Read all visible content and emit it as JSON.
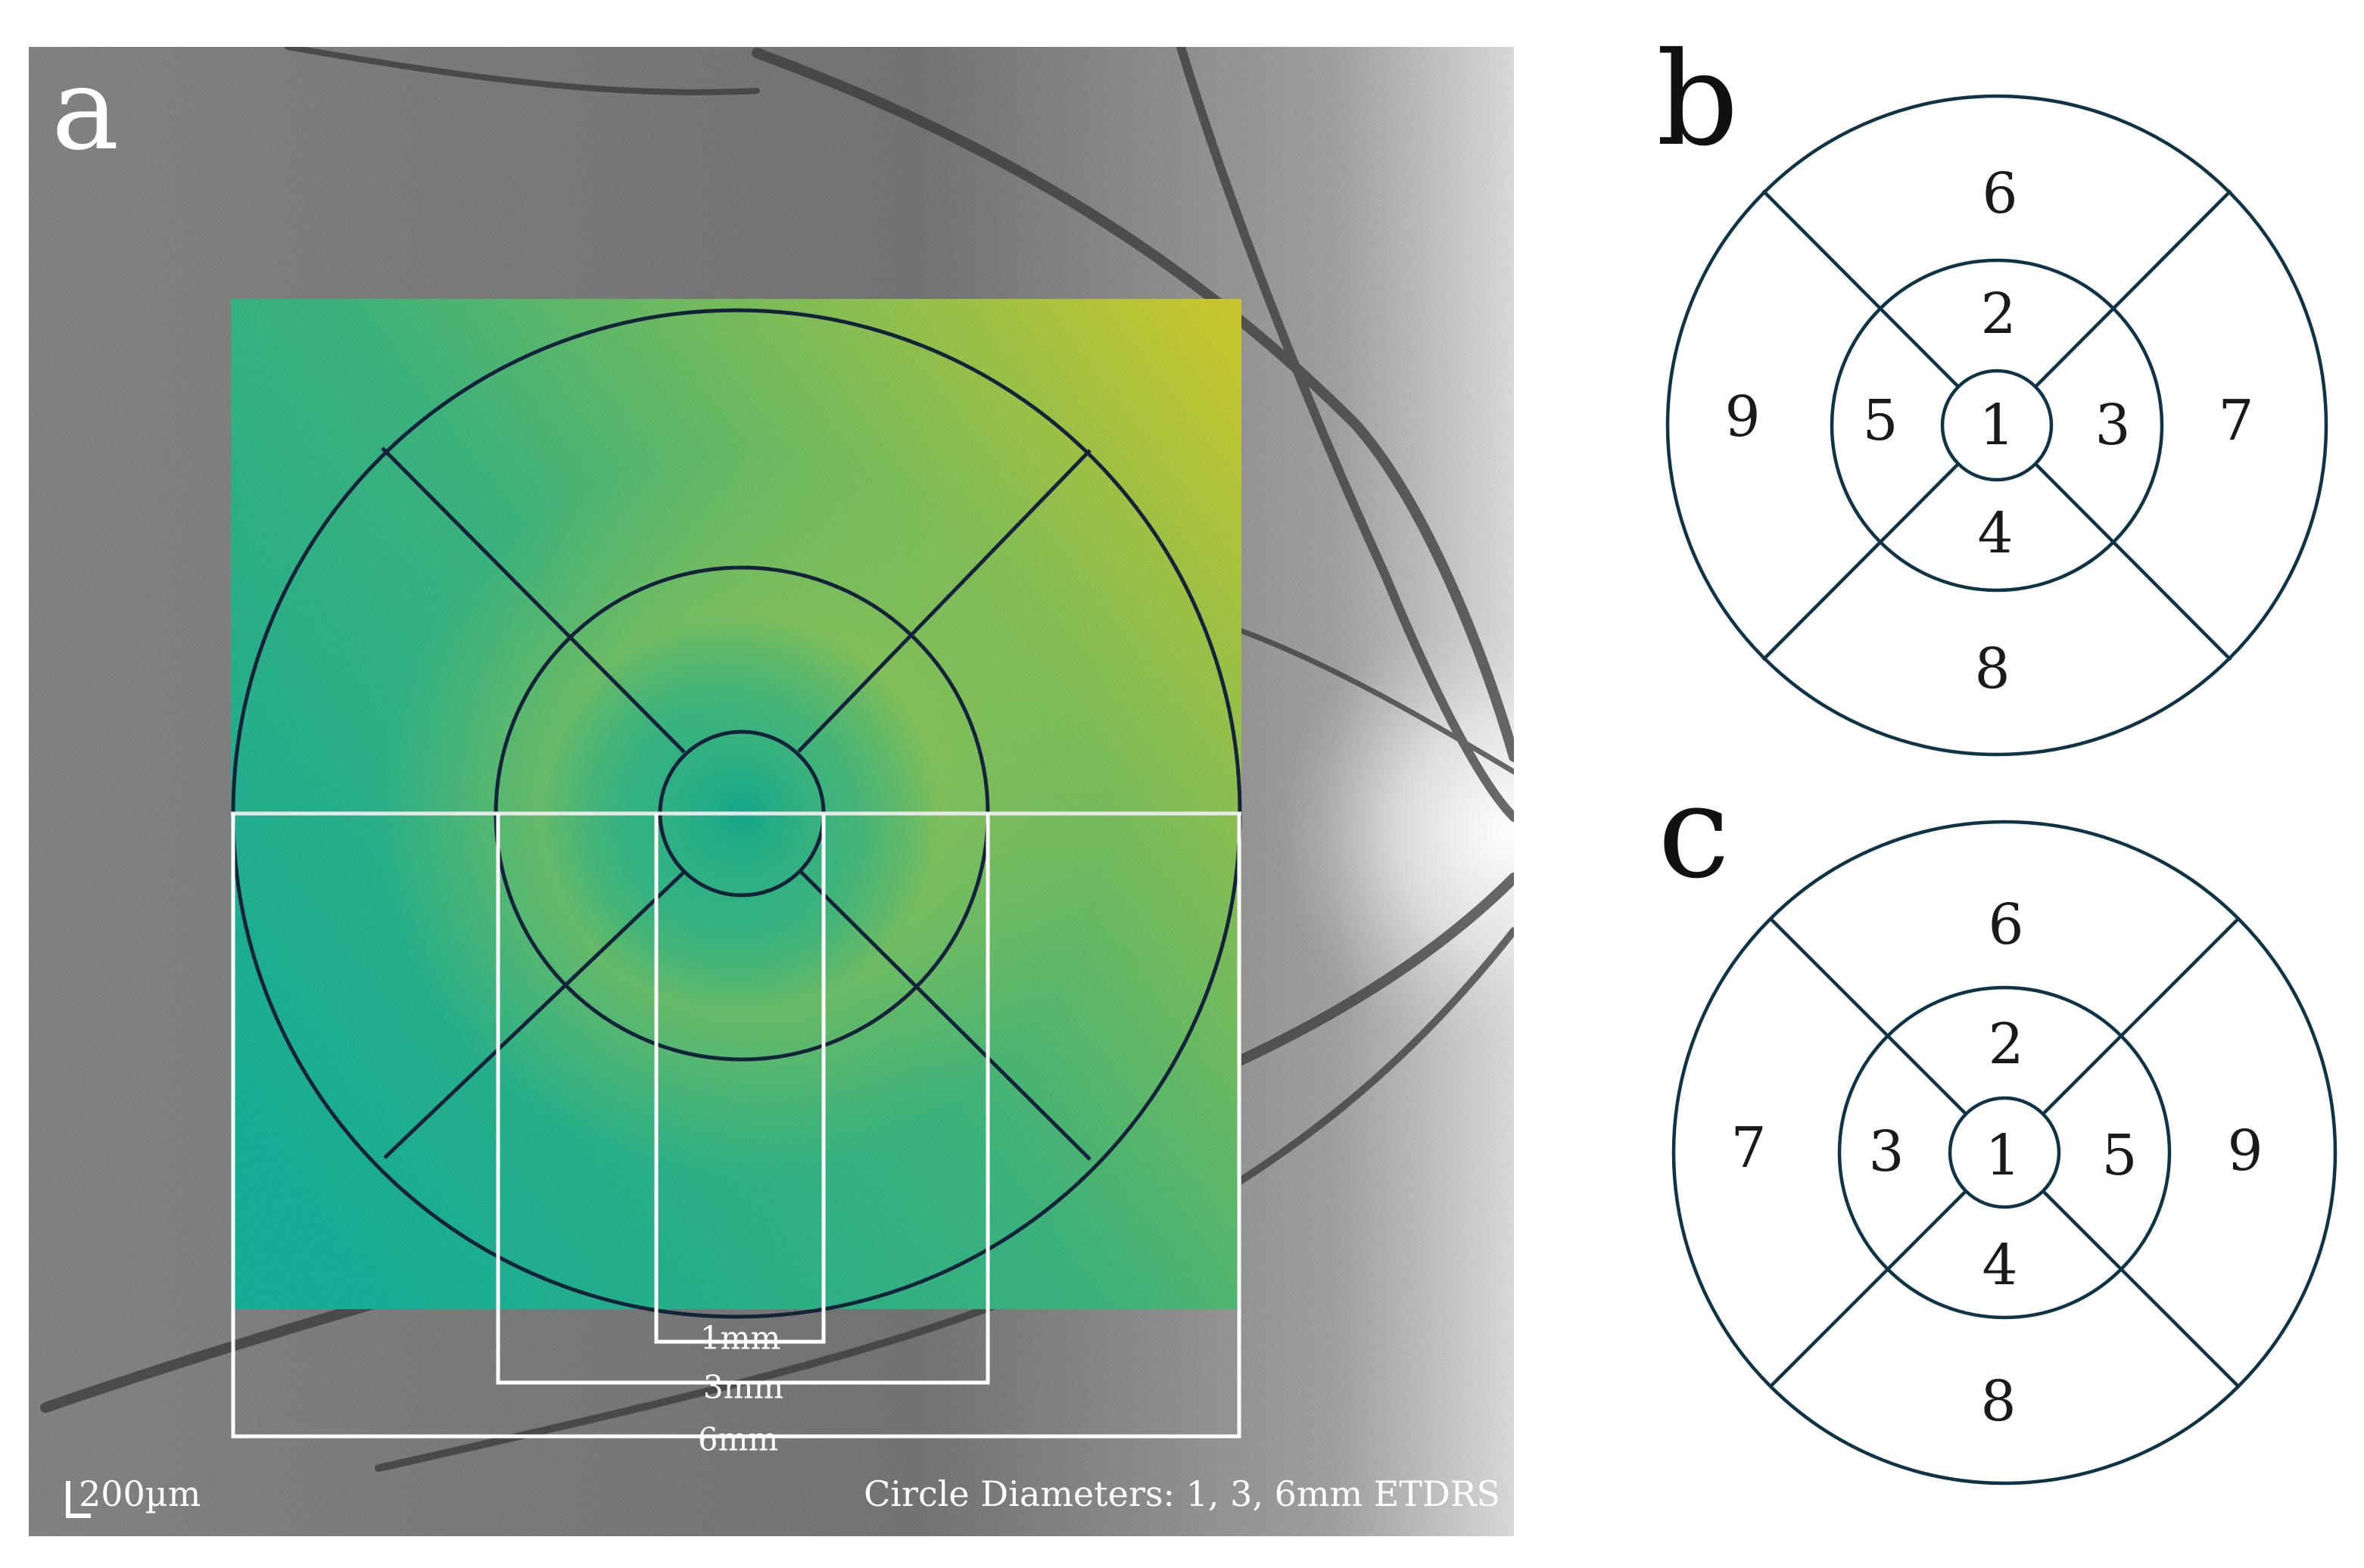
{
  "panel_a": {
    "letter": "a",
    "dim_labels": [
      "1mm",
      "3mm",
      "6mm"
    ],
    "scale_bar": "200µm",
    "caption": "Circle Diameters: 1, 3, 6mm ETDRS",
    "colors": {
      "map_low": "#1bb59a",
      "map_high": "#c8d335",
      "ring": "#14233a",
      "guide": "#ffffff"
    }
  },
  "panel_b": {
    "letter": "b",
    "sectors": {
      "center": "1",
      "top_inner": "2",
      "right_inner": "3",
      "bottom_inner": "4",
      "left_inner": "5",
      "top_outer": "6",
      "right_outer": "7",
      "bottom_outer": "8",
      "left_outer": "9"
    }
  },
  "panel_c": {
    "letter": "c",
    "sectors": {
      "center": "1",
      "top_inner": "2",
      "left_inner": "3",
      "bottom_inner": "4",
      "right_inner": "5",
      "top_outer": "6",
      "left_outer": "7",
      "bottom_outer": "8",
      "right_outer": "9"
    }
  },
  "colors": {
    "diagram_stroke": "#0f3347"
  }
}
